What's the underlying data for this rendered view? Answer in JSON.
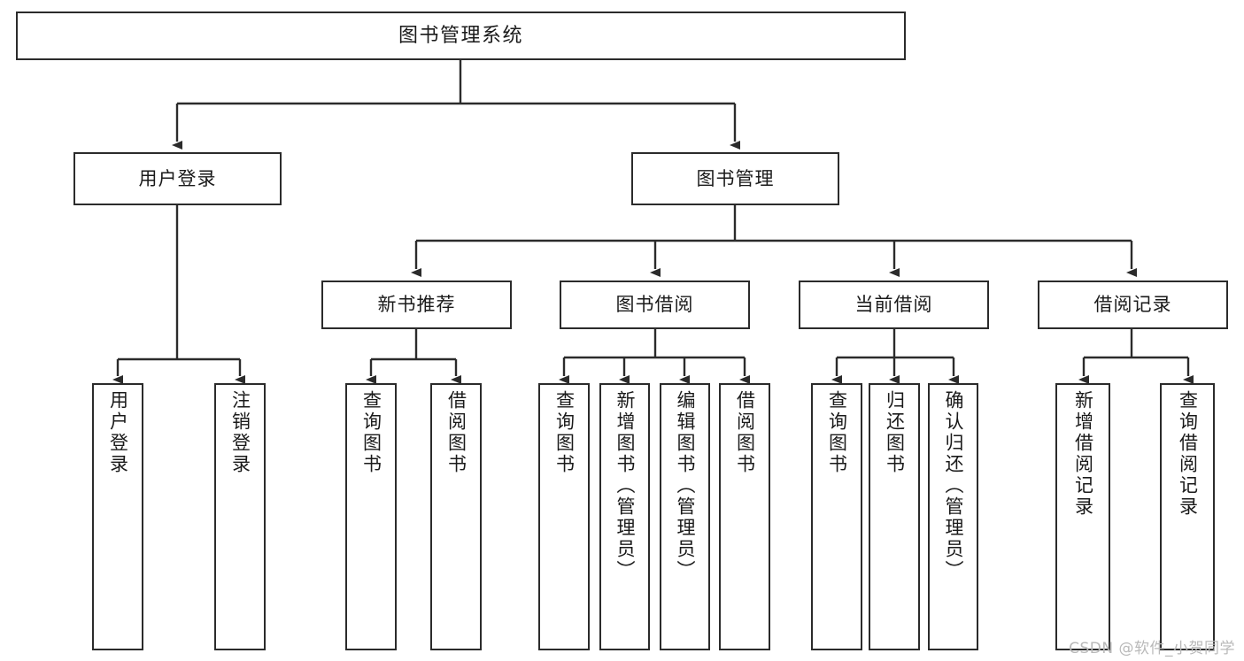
{
  "diagram": {
    "title": "图书管理系统",
    "watermark": "CSDN @软件_小贺同学",
    "line_color": "#2b2b2b",
    "box_fill": "#ffffff",
    "text_color": "#1a1a1a",
    "watermark_color": "#b9b9b9"
  },
  "root": {
    "label": "图书管理系统"
  },
  "level1": [
    {
      "label": "用户登录"
    },
    {
      "label": "图书管理"
    }
  ],
  "level2": [
    {
      "label": "新书推荐"
    },
    {
      "label": "图书借阅"
    },
    {
      "label": "当前借阅"
    },
    {
      "label": "借阅记录"
    }
  ],
  "leaves": {
    "user_login": [
      {
        "label": "用户登录"
      },
      {
        "label": "注销登录"
      }
    ],
    "new_book": [
      {
        "label": "查询图书"
      },
      {
        "label": "借阅图书"
      }
    ],
    "book_borrow": [
      {
        "label": "查询图书"
      },
      {
        "label": "新增图书（管理员）"
      },
      {
        "label": "编辑图书（管理员）"
      },
      {
        "label": "借阅图书"
      }
    ],
    "current_borrow": [
      {
        "label": "查询图书"
      },
      {
        "label": "归还图书"
      },
      {
        "label": "确认归还（管理员）"
      }
    ],
    "borrow_record": [
      {
        "label": "新增借阅记录"
      },
      {
        "label": "查询借阅记录"
      }
    ]
  }
}
